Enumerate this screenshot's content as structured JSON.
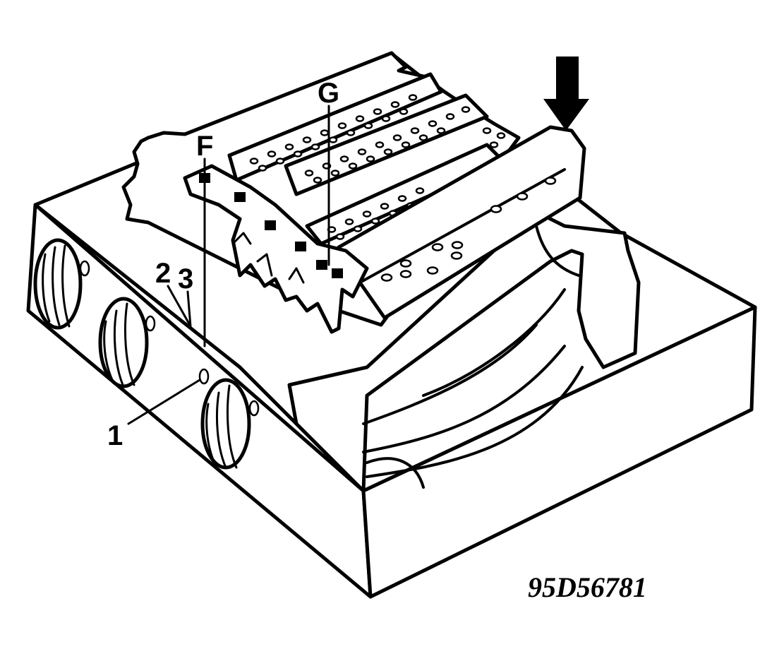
{
  "labels": {
    "f": "F",
    "g": "G",
    "one": "1",
    "two": "2",
    "three": "3"
  },
  "figure_id": "95D56781",
  "icons": {
    "arrow": "arrow-down-icon"
  },
  "colors": {
    "line": "#000000",
    "background": "#ffffff"
  }
}
